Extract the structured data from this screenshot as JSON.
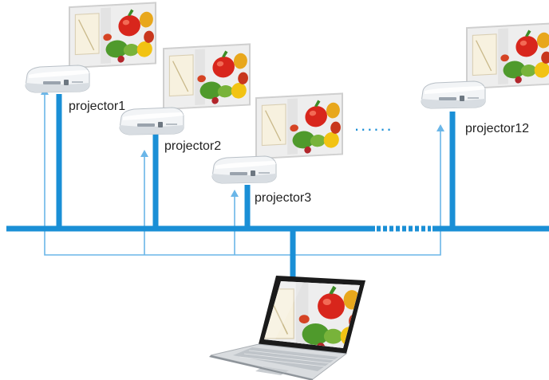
{
  "projectors": [
    {
      "label": "projector1"
    },
    {
      "label": "projector2"
    },
    {
      "label": "projector3"
    },
    {
      "label": "projector12"
    }
  ],
  "ellipsis": "......",
  "colors": {
    "network": "#1a8fd6",
    "signal": "#6ab6e8",
    "screen_frame": "#cfcfcf",
    "projector_body": "#e9ecef"
  },
  "icons": {
    "projector": "projector-icon",
    "screen": "projection-screen-image",
    "laptop": "laptop-icon"
  }
}
